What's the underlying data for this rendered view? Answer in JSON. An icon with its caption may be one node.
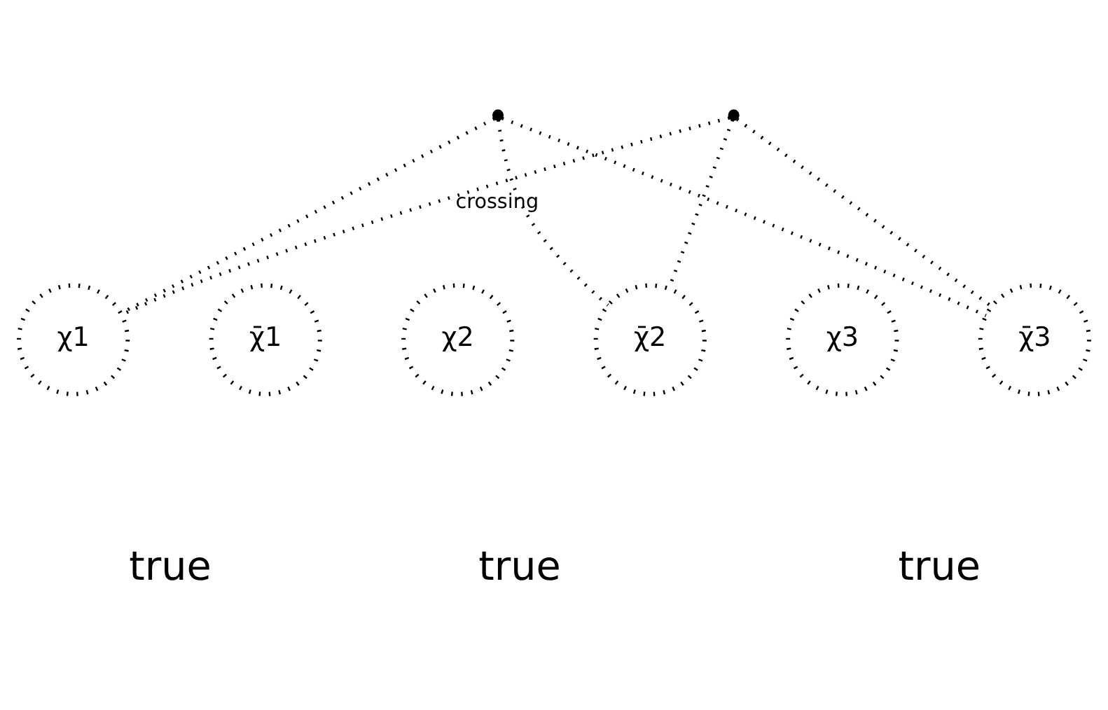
{
  "diagram": {
    "nodes": [
      {
        "text": [],
        "shape": "point"
      },
      {
        "text": [],
        "shape": "point"
      },
      {
        "text": [
          "χ1"
        ]
      },
      {
        "text": [
          "χ̄1"
        ]
      },
      {
        "text": [
          "χ2"
        ]
      },
      {
        "text": [
          "χ̄2"
        ]
      },
      {
        "text": [
          "χ3"
        ]
      },
      {
        "text": [
          "χ̄3"
        ]
      }
    ],
    "edges": [
      {
        "from": 0,
        "to": 7,
        "arrow": "none",
        "style": "dashed"
      },
      {
        "from": 0,
        "to": 2,
        "arrow": "none",
        "style": "dashed"
      },
      {
        "from": 0,
        "to": 5,
        "arrow": "none",
        "style": "dashed"
      },
      {
        "from": 1,
        "to": 2,
        "arrow": "none",
        "style": "dashed",
        "label": "crossing"
      },
      {
        "from": 1,
        "to": 5,
        "arrow": "none",
        "style": "dashed"
      },
      {
        "from": 1,
        "to": 7,
        "arrow": "none",
        "style": "dashed"
      }
    ],
    "labels": [
      "true",
      "true",
      "true"
    ]
  }
}
